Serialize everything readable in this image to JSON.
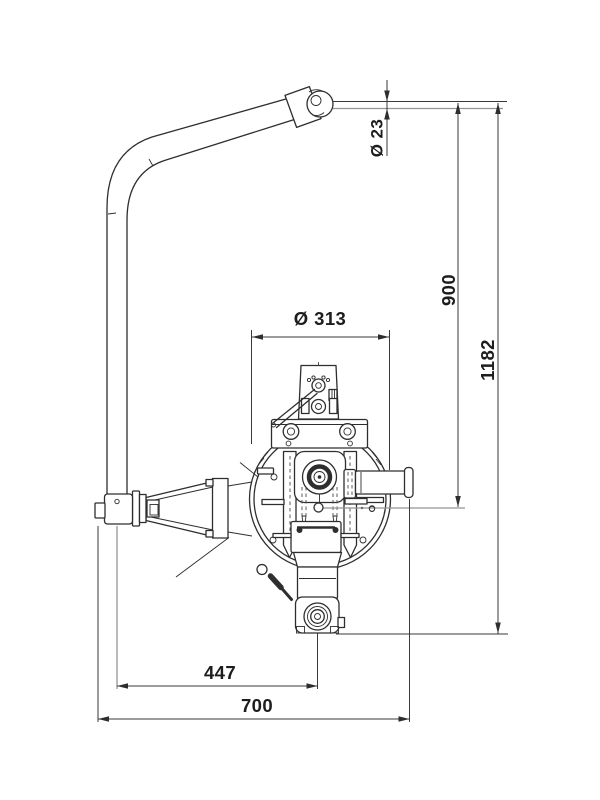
{
  "drawing": {
    "background": "#ffffff",
    "line_color": "#2e2e2e",
    "dimension_text_color": "#1d1d1d",
    "dims": {
      "handle_tube_diameter": "Ø 23",
      "drum_diameter": "Ø 313",
      "handle_top_to_axis": "900",
      "handle_top_to_outlet": "1182",
      "handle_to_center": "447",
      "overall_width": "700"
    }
  }
}
